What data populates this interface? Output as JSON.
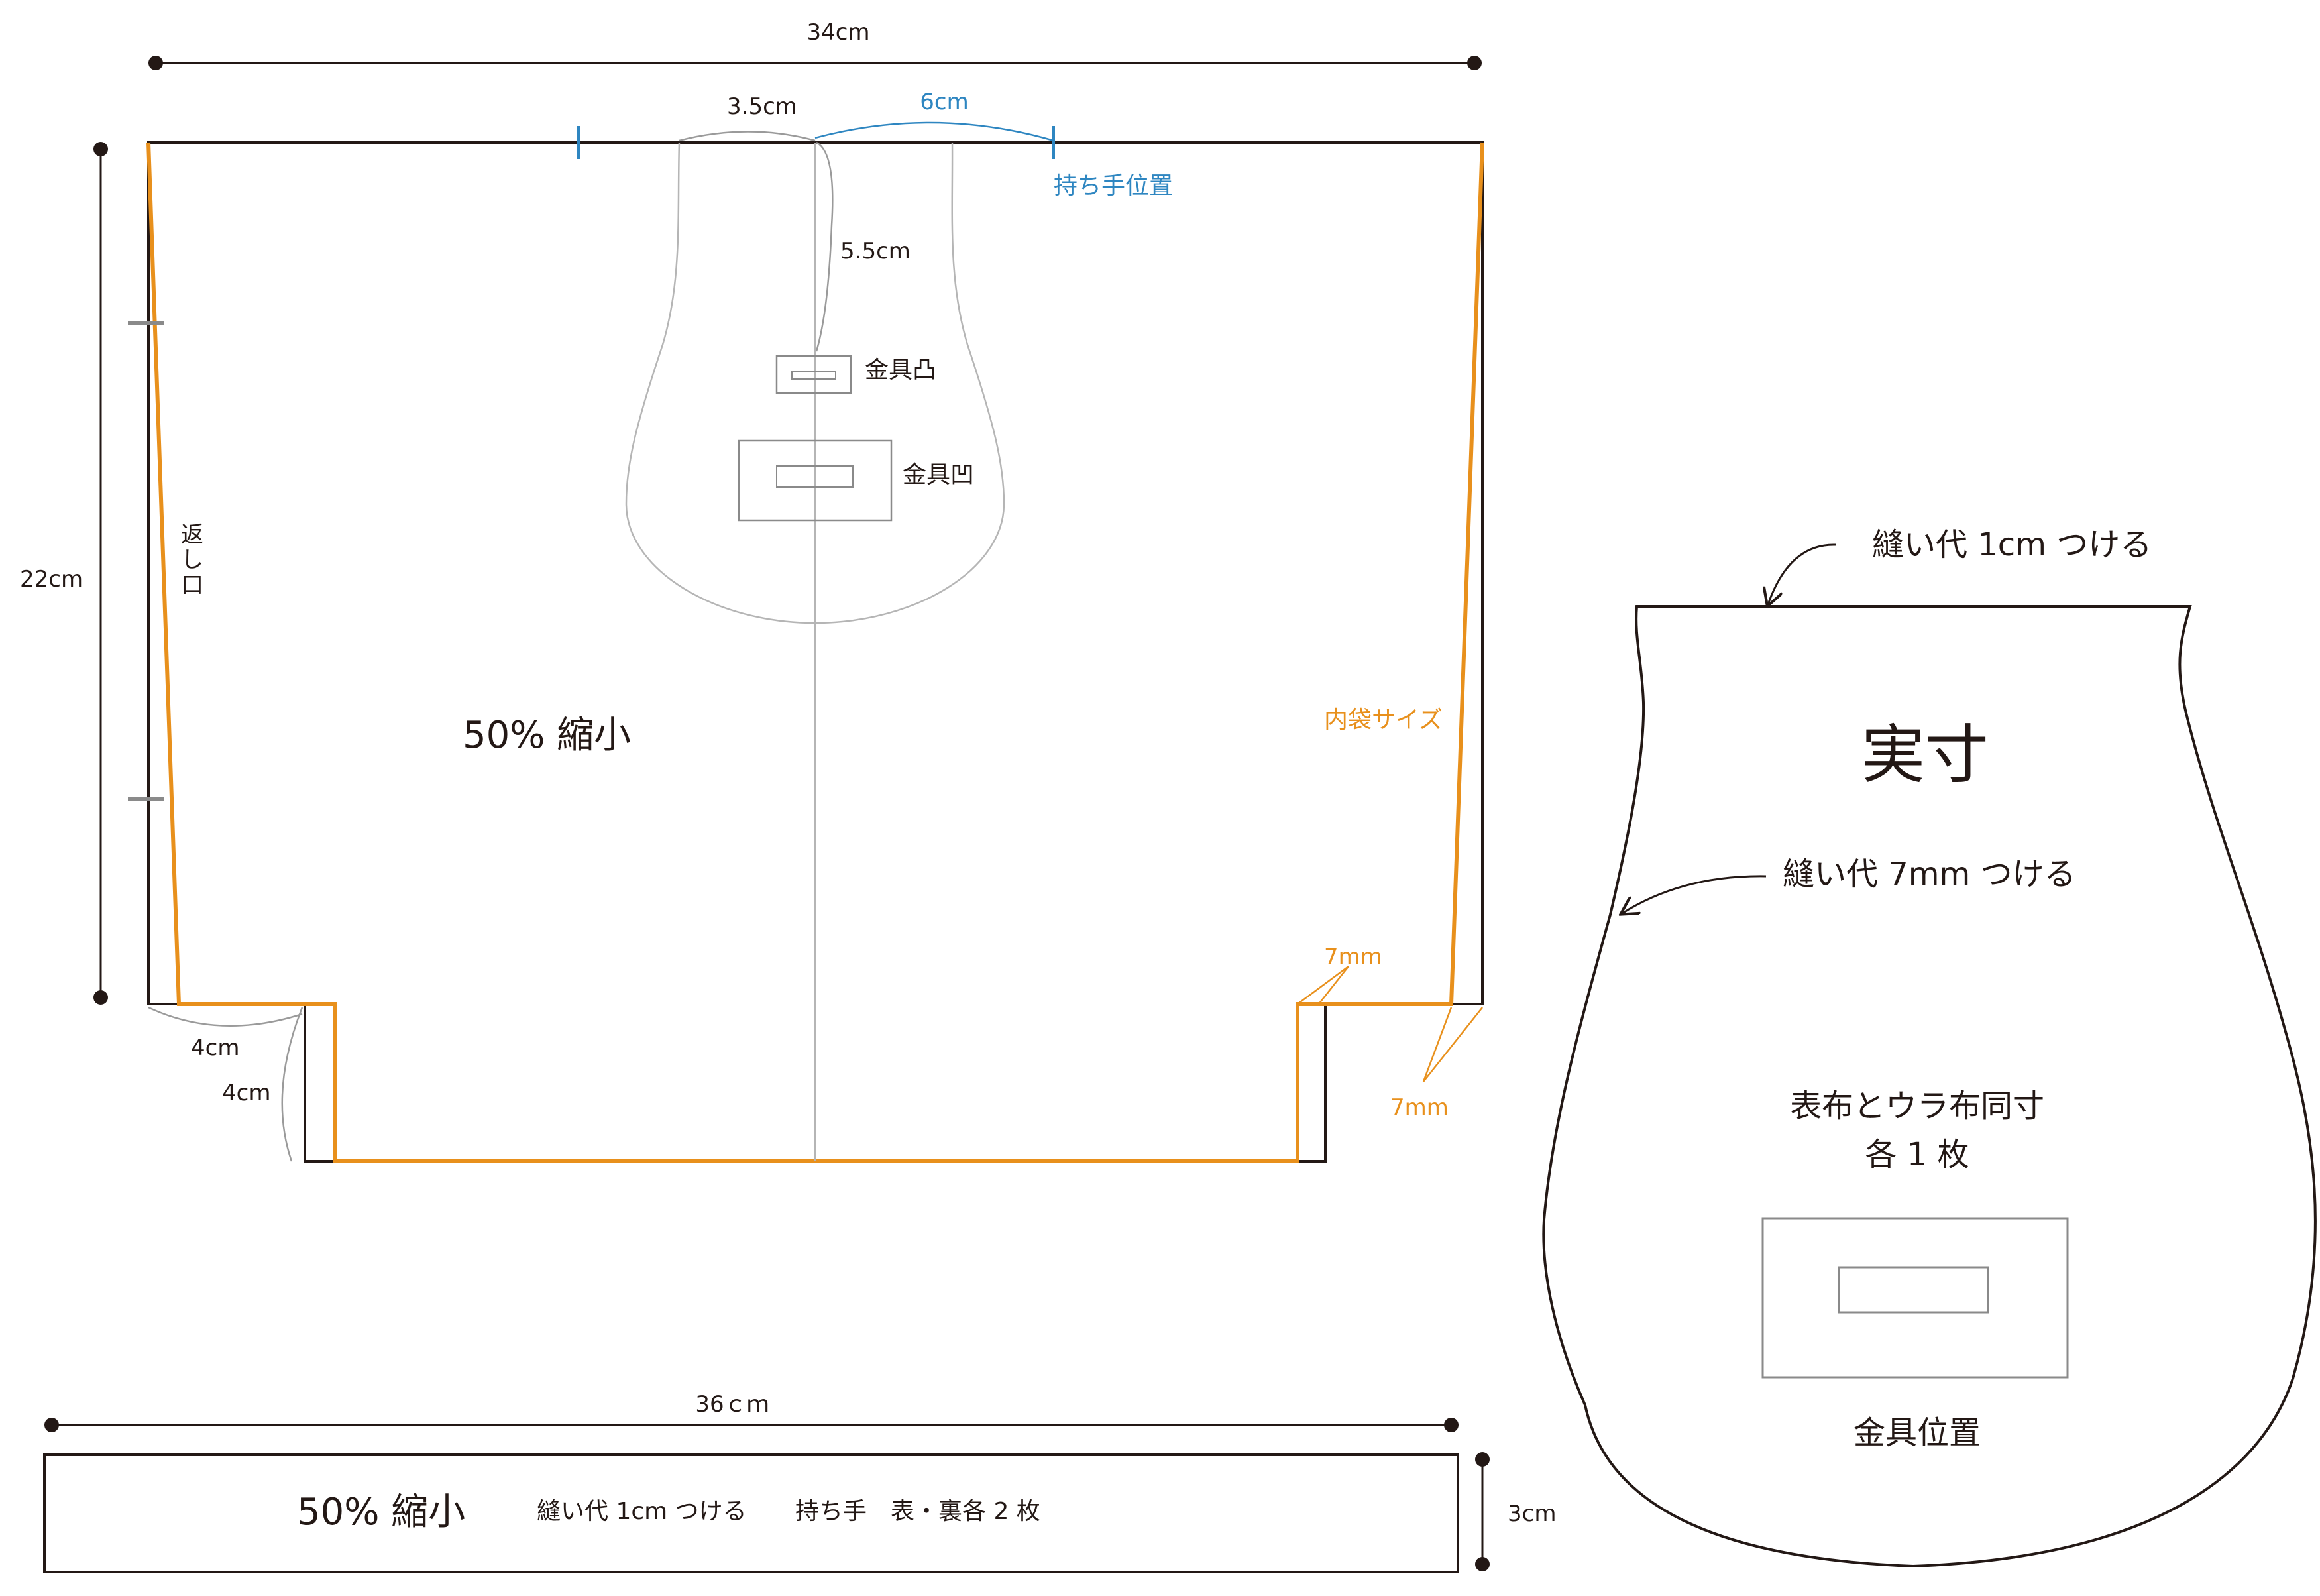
{
  "main_pattern": {
    "width_dim": "34cm",
    "height_dim": "22cm",
    "top_left_dim": "3.5cm",
    "handle_span": "6cm",
    "handle_position": "持ち手位置",
    "hardware_offset": "5.5cm",
    "hardware_convex": "金具凸",
    "hardware_concave": "金具凹",
    "return_opening": [
      "返",
      "し",
      "口"
    ],
    "scale_note": "50% 縮小",
    "inner_bag_size": "内袋サイズ",
    "corner_7mm_a": "7mm",
    "corner_7mm_b": "7mm",
    "corner_width": "4cm",
    "corner_height": "4cm"
  },
  "strap_pattern": {
    "length_dim": "36ｃｍ",
    "height_dim": "3cm",
    "scale_note": "50% 縮小",
    "seam_note": "縫い代 1cm つける",
    "count_note": "持ち手　表・裏各 2 枚"
  },
  "flap_pattern": {
    "seam_top": "縫い代 1cm つける",
    "real_size": "実寸",
    "seam_side": "縫い代 7mm つける",
    "same_size_line1": "表布とウラ布同寸",
    "same_size_line2": "各 1 枚",
    "hardware_position": "金具位置"
  },
  "colors": {
    "line": "#231815",
    "guide_gray": "#b5b5b5",
    "blue": "#2e86c1",
    "orange": "#e8901c"
  }
}
